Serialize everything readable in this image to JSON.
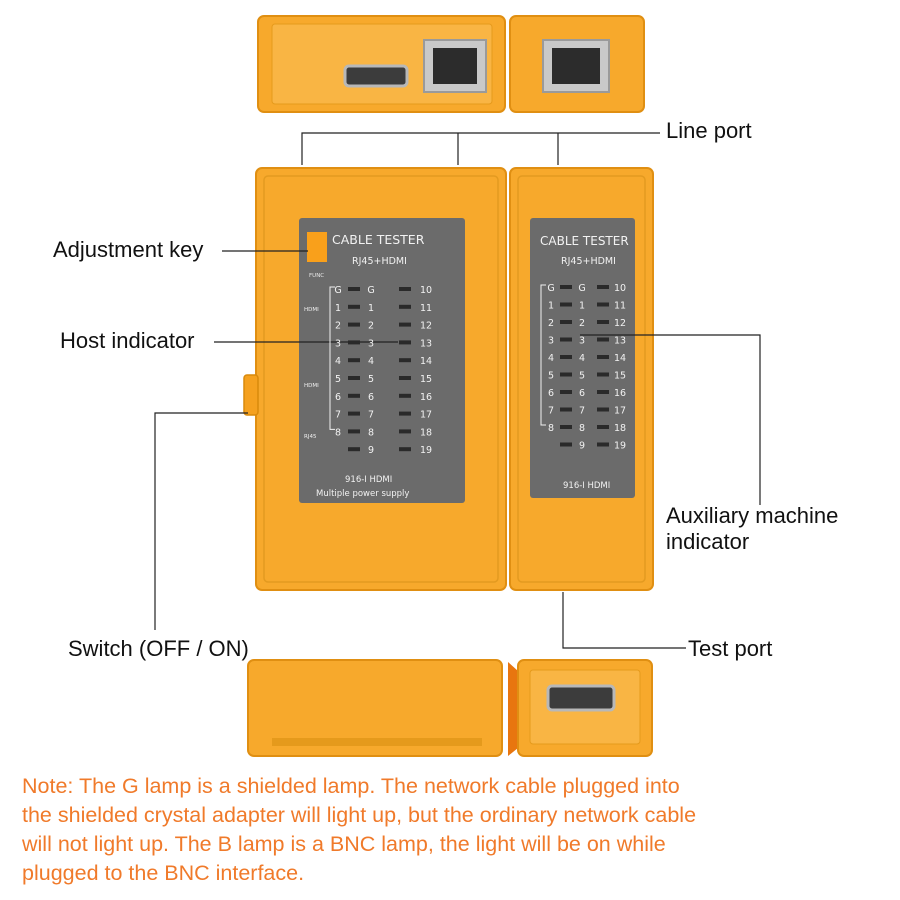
{
  "colors": {
    "housing": "#f7a92c",
    "housing_dark": "#e08f12",
    "panel": "#6b6b6b",
    "panel_text": "#f2f2f2",
    "led": "#2a2a2a",
    "func_key": "#f9a01b",
    "note": "#f07a2a"
  },
  "callouts": {
    "line_port": "Line port",
    "adjustment_key": "Adjustment key",
    "host_indicator": "Host indicator",
    "auxiliary_machine_indicator_line1": "Auxiliary machine",
    "auxiliary_machine_indicator_line2": "indicator",
    "switch": "Switch (OFF / ON)",
    "test_port": "Test port"
  },
  "host_panel": {
    "title": "CABLE TESTER",
    "subtitle": "RJ45+HDMI",
    "func_label": "FUNC",
    "side_labels": [
      "HDMI",
      "RJ45"
    ],
    "left_rows": [
      [
        "G",
        "G"
      ],
      [
        "1",
        "1"
      ],
      [
        "2",
        "2"
      ],
      [
        "3",
        "3"
      ],
      [
        "4",
        "4"
      ],
      [
        "5",
        "5"
      ],
      [
        "6",
        "6"
      ],
      [
        "7",
        "7"
      ],
      [
        "8",
        "8"
      ],
      [
        "",
        "9"
      ]
    ],
    "right_rows": [
      "10",
      "11",
      "12",
      "13",
      "14",
      "15",
      "16",
      "17",
      "18",
      "19"
    ],
    "model": "916-I HDMI",
    "footer": "Multiple power supply"
  },
  "aux_panel": {
    "title": "CABLE TESTER",
    "subtitle": "RJ45+HDMI",
    "left_rows": [
      [
        "G",
        "G"
      ],
      [
        "1",
        "1"
      ],
      [
        "2",
        "2"
      ],
      [
        "3",
        "3"
      ],
      [
        "4",
        "4"
      ],
      [
        "5",
        "5"
      ],
      [
        "6",
        "6"
      ],
      [
        "7",
        "7"
      ],
      [
        "8",
        "8"
      ],
      [
        "",
        "9"
      ]
    ],
    "right_rows": [
      "10",
      "11",
      "12",
      "13",
      "14",
      "15",
      "16",
      "17",
      "18",
      "19"
    ],
    "model": "916-I HDMI"
  },
  "note_lines": [
    "Note: The G lamp is a shielded lamp. The network cable plugged into",
    "the shielded crystal adapter will light up, but the ordinary network cable",
    "will not light up. The B lamp is a BNC lamp, the light will be on while",
    "plugged to the BNC interface."
  ]
}
